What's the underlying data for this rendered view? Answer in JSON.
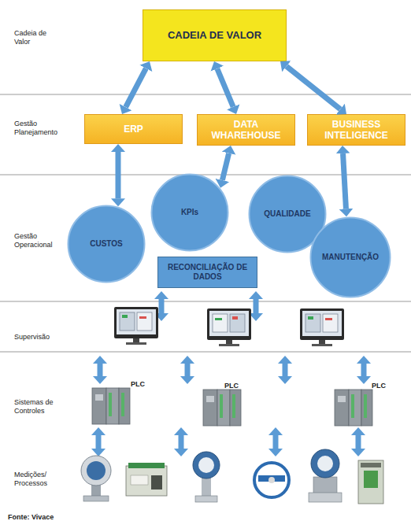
{
  "diagram": {
    "nodes": [
      {
        "text": [
          "CADEIA DE VALOR"
        ]
      },
      {
        "text": [
          "ERP"
        ]
      },
      {
        "text": [
          "DATA WHAREHOUSE"
        ]
      },
      {
        "text": [
          "BUSINESS INTELIGENCE"
        ]
      },
      {
        "text": [
          "CUSTOS"
        ]
      },
      {
        "text": [
          "KPIs"
        ]
      },
      {
        "text": [
          "QUALIDADE"
        ]
      },
      {
        "text": [
          "MANUTENÇÃO"
        ]
      },
      {
        "text": [
          "RECONCILIAÇÃO DE DADOS"
        ]
      }
    ],
    "edges": [
      {
        "from": 0,
        "to": 1,
        "arrow": "both"
      },
      {
        "from": 0,
        "to": 2,
        "arrow": "both"
      },
      {
        "from": 0,
        "to": 3,
        "arrow": "both"
      },
      {
        "from": 1,
        "to": 4,
        "arrow": "both"
      },
      {
        "from": 2,
        "to": 5,
        "arrow": "both"
      },
      {
        "from": 3,
        "to": 7,
        "arrow": "both"
      }
    ],
    "labels": [
      "Cadeia de Valor",
      "Gestão Planejamento",
      "Gestão Operacional",
      "Supervisão",
      "Sistemas de Controles",
      "PLC",
      "PLC",
      "PLC",
      "Medições/ Processos",
      "Fonte: Vivace"
    ]
  }
}
